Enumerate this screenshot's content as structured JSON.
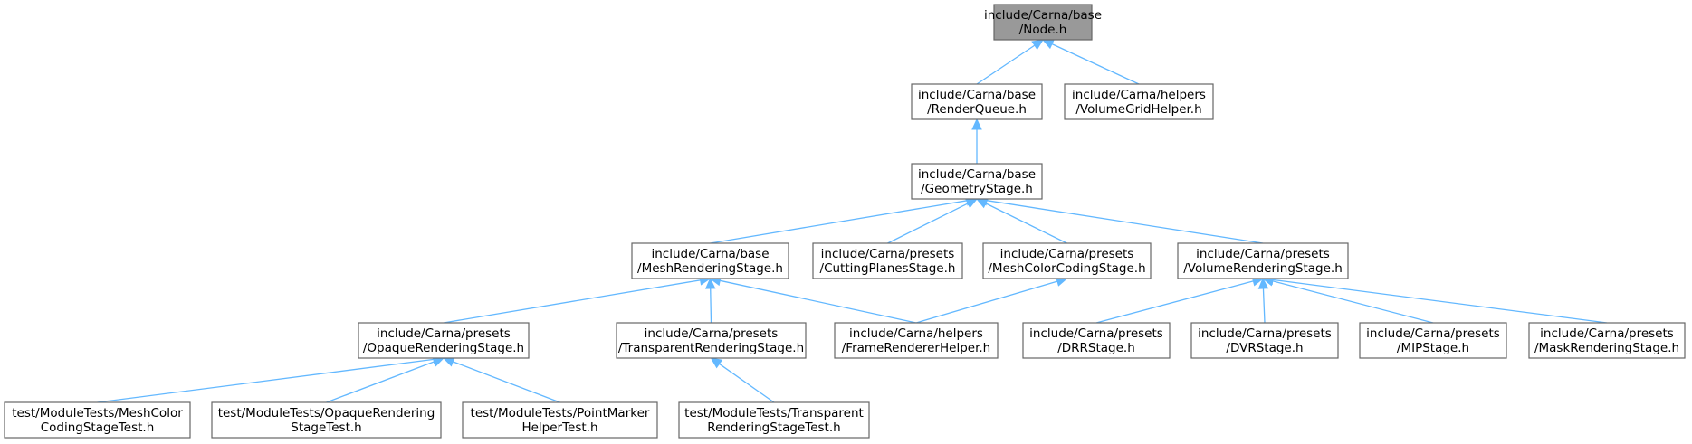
{
  "diagram": {
    "colors": {
      "root_fill": "#999999",
      "node_fill": "#ffffff",
      "node_border": "#666666",
      "edge": "#63b8ff"
    },
    "nodes": [
      {
        "id": "node_h",
        "lines": [
          "include/Carna/base",
          "/Node.h"
        ],
        "root": true
      },
      {
        "id": "renderqueue_h",
        "lines": [
          "include/Carna/base",
          "/RenderQueue.h"
        ]
      },
      {
        "id": "volumegridhelper_h",
        "lines": [
          "include/Carna/helpers",
          "/VolumeGridHelper.h"
        ]
      },
      {
        "id": "geometrystage_h",
        "lines": [
          "include/Carna/base",
          "/GeometryStage.h"
        ]
      },
      {
        "id": "meshrenderingstage_h",
        "lines": [
          "include/Carna/base",
          "/MeshRenderingStage.h"
        ]
      },
      {
        "id": "cuttingplanesstage_h",
        "lines": [
          "include/Carna/presets",
          "/CuttingPlanesStage.h"
        ]
      },
      {
        "id": "meshcolorcodingstage_h",
        "lines": [
          "include/Carna/presets",
          "/MeshColorCodingStage.h"
        ]
      },
      {
        "id": "volumerenderingstage_h",
        "lines": [
          "include/Carna/presets",
          "/VolumeRenderingStage.h"
        ]
      },
      {
        "id": "opaquerenderingstage_h",
        "lines": [
          "include/Carna/presets",
          "/OpaqueRenderingStage.h"
        ]
      },
      {
        "id": "transparentrenderingstage_h",
        "lines": [
          "include/Carna/presets",
          "/TransparentRenderingStage.h"
        ]
      },
      {
        "id": "framerendererhelper_h",
        "lines": [
          "include/Carna/helpers",
          "/FrameRendererHelper.h"
        ]
      },
      {
        "id": "drrstage_h",
        "lines": [
          "include/Carna/presets",
          "/DRRStage.h"
        ]
      },
      {
        "id": "dvrstage_h",
        "lines": [
          "include/Carna/presets",
          "/DVRStage.h"
        ]
      },
      {
        "id": "mipstage_h",
        "lines": [
          "include/Carna/presets",
          "/MIPStage.h"
        ]
      },
      {
        "id": "maskrenderingstage_h",
        "lines": [
          "include/Carna/presets",
          "/MaskRenderingStage.h"
        ]
      },
      {
        "id": "meshcolorcodingstagetest_h",
        "lines": [
          "test/ModuleTests/MeshColor",
          "CodingStageTest.h"
        ]
      },
      {
        "id": "opaquerenderingstagetest_h",
        "lines": [
          "test/ModuleTests/OpaqueRendering",
          "StageTest.h"
        ]
      },
      {
        "id": "pointmarkerhelpertest_h",
        "lines": [
          "test/ModuleTests/PointMarker",
          "HelperTest.h"
        ]
      },
      {
        "id": "transparentrenderingstagetest_h",
        "lines": [
          "test/ModuleTests/Transparent",
          "RenderingStageTest.h"
        ]
      }
    ],
    "edges": [
      {
        "from": "renderqueue_h",
        "to": "node_h"
      },
      {
        "from": "volumegridhelper_h",
        "to": "node_h"
      },
      {
        "from": "geometrystage_h",
        "to": "renderqueue_h"
      },
      {
        "from": "meshrenderingstage_h",
        "to": "geometrystage_h"
      },
      {
        "from": "cuttingplanesstage_h",
        "to": "geometrystage_h"
      },
      {
        "from": "meshcolorcodingstage_h",
        "to": "geometrystage_h"
      },
      {
        "from": "volumerenderingstage_h",
        "to": "geometrystage_h"
      },
      {
        "from": "opaquerenderingstage_h",
        "to": "meshrenderingstage_h"
      },
      {
        "from": "transparentrenderingstage_h",
        "to": "meshrenderingstage_h"
      },
      {
        "from": "framerendererhelper_h",
        "to": "meshrenderingstage_h"
      },
      {
        "from": "framerendererhelper_h",
        "to": "meshcolorcodingstage_h"
      },
      {
        "from": "drrstage_h",
        "to": "volumerenderingstage_h"
      },
      {
        "from": "dvrstage_h",
        "to": "volumerenderingstage_h"
      },
      {
        "from": "mipstage_h",
        "to": "volumerenderingstage_h"
      },
      {
        "from": "maskrenderingstage_h",
        "to": "volumerenderingstage_h"
      },
      {
        "from": "meshcolorcodingstagetest_h",
        "to": "opaquerenderingstage_h"
      },
      {
        "from": "opaquerenderingstagetest_h",
        "to": "opaquerenderingstage_h"
      },
      {
        "from": "pointmarkerhelpertest_h",
        "to": "opaquerenderingstage_h"
      },
      {
        "from": "transparentrenderingstagetest_h",
        "to": "transparentrenderingstage_h"
      }
    ]
  }
}
